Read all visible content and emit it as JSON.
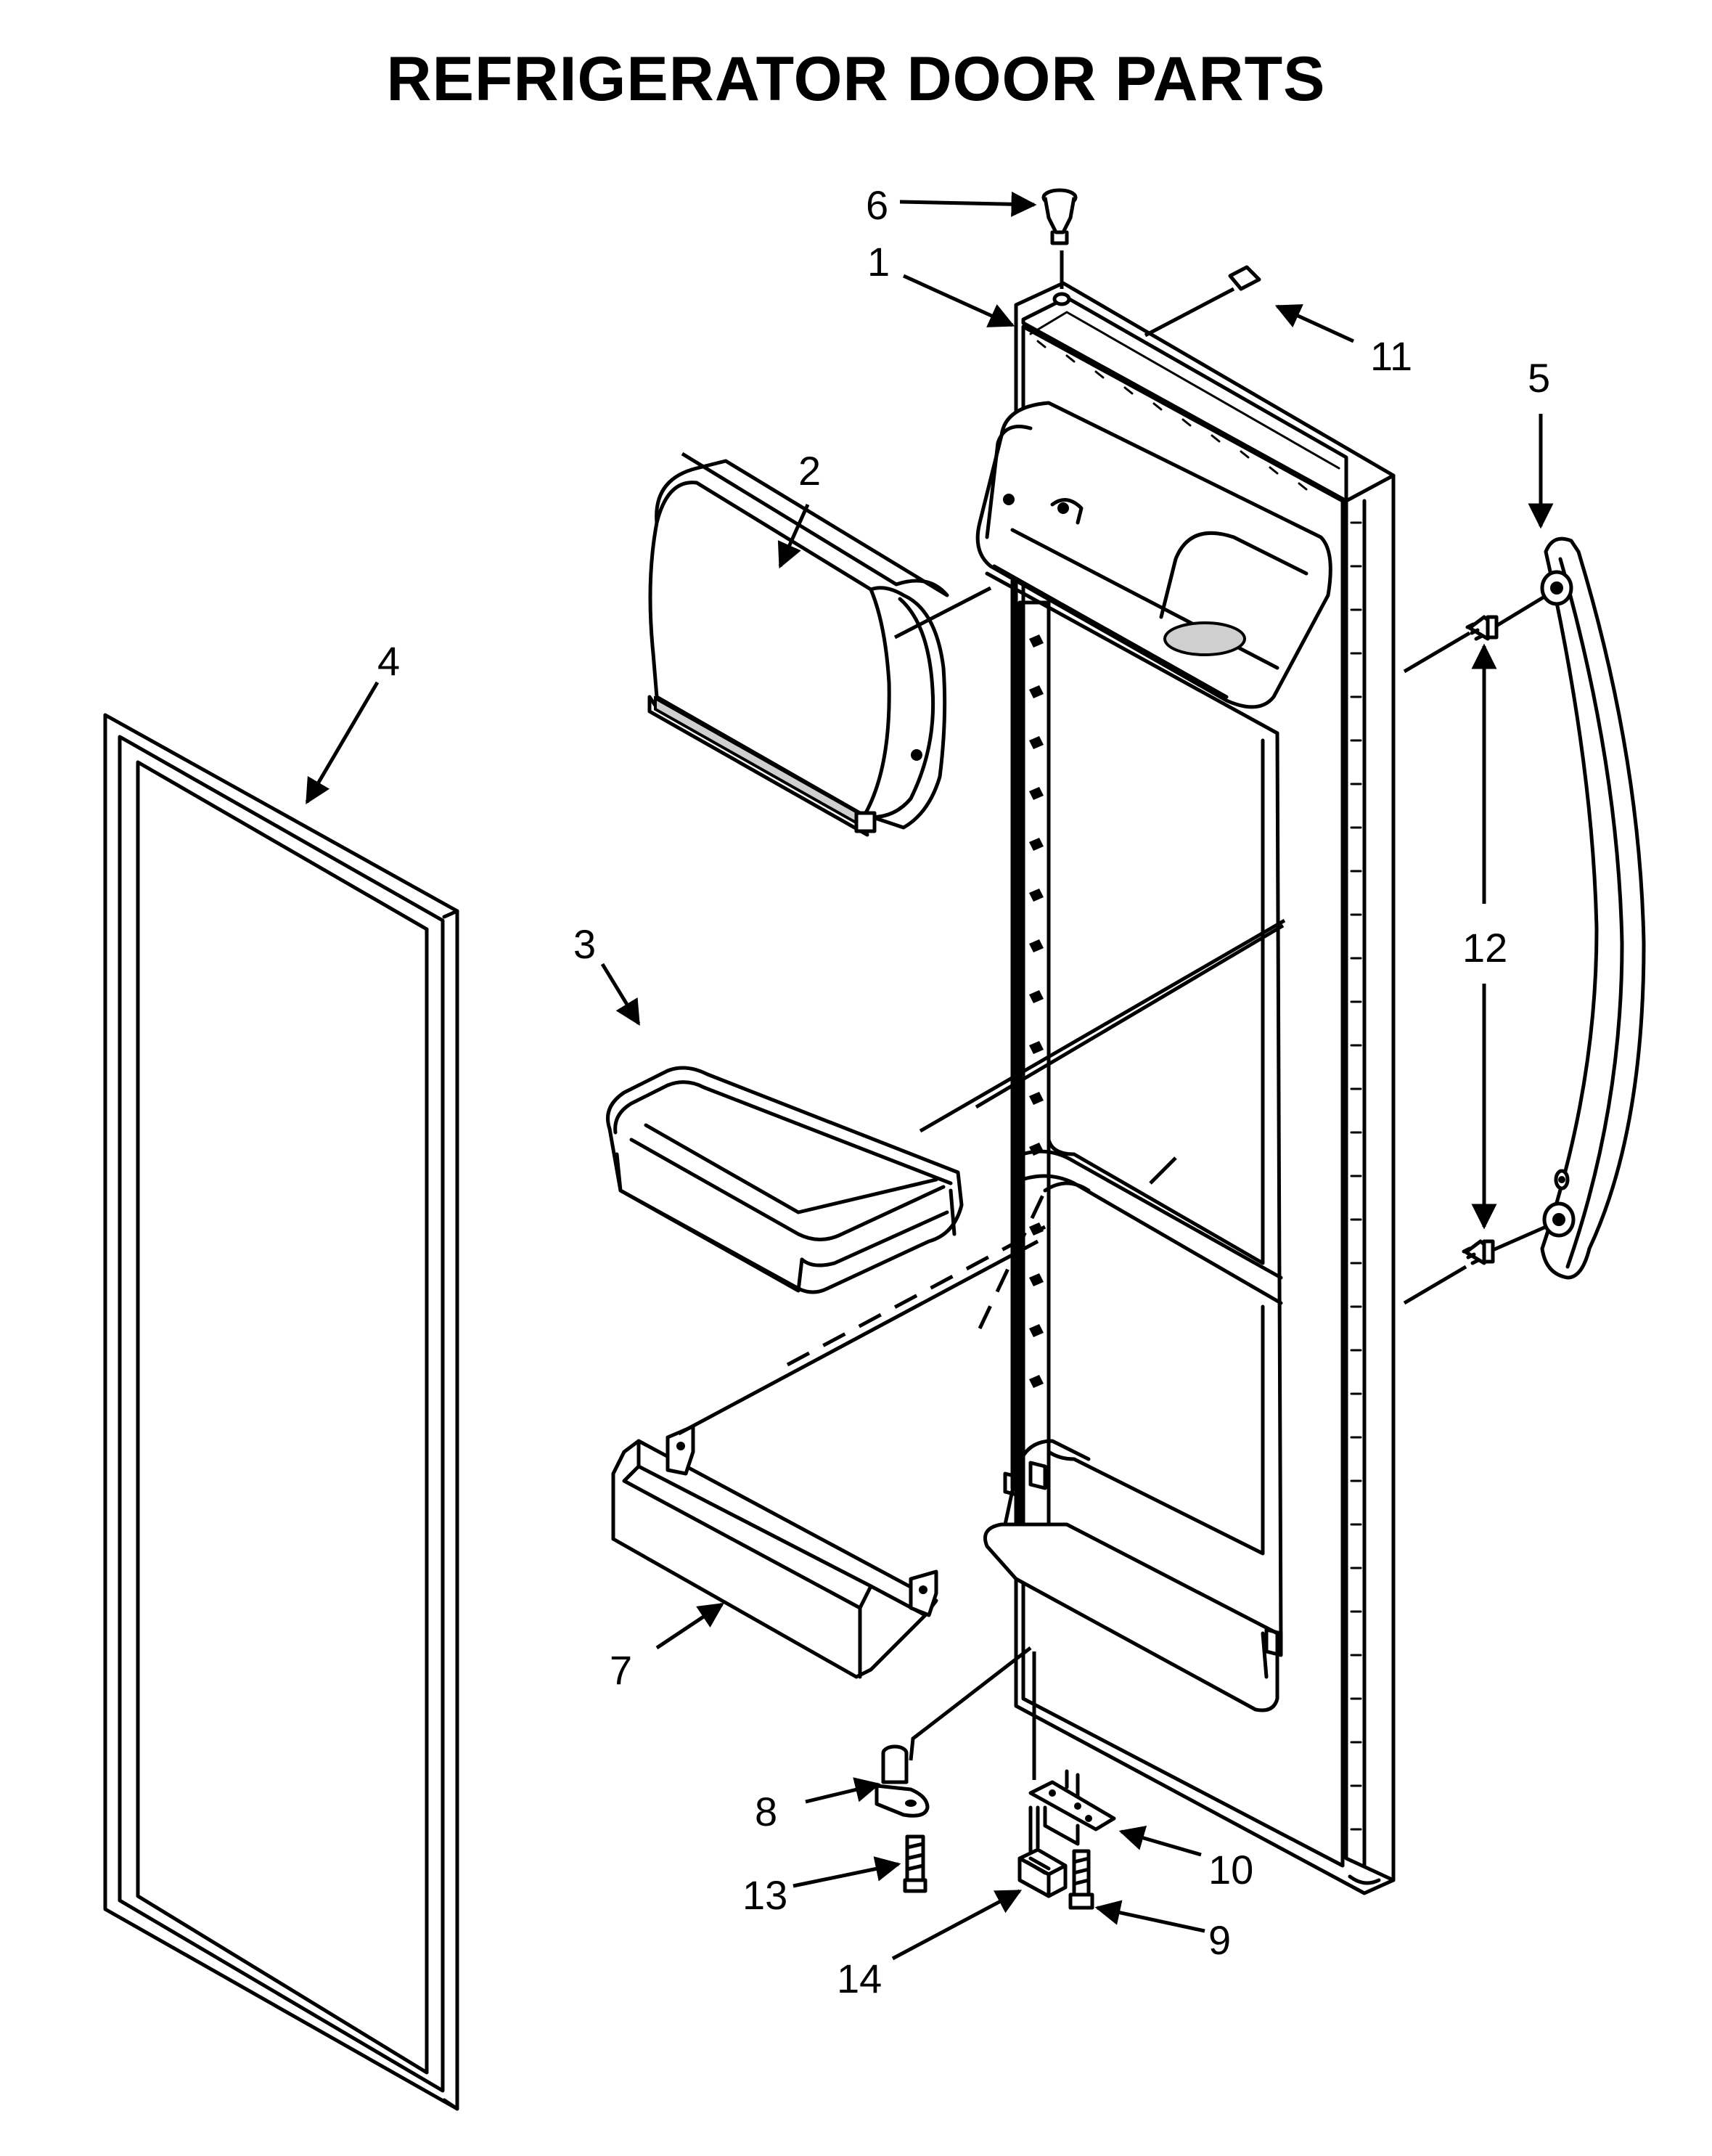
{
  "title": "REFRIGERATOR DOOR PARTS",
  "callouts": [
    {
      "id": "1",
      "text": "1",
      "part": "door"
    },
    {
      "id": "2",
      "text": "2",
      "part": "dairy-door"
    },
    {
      "id": "3",
      "text": "3",
      "part": "door-bin"
    },
    {
      "id": "4",
      "text": "4",
      "part": "door-gasket"
    },
    {
      "id": "5",
      "text": "5",
      "part": "handle"
    },
    {
      "id": "6",
      "text": "6",
      "part": "hinge-bushing"
    },
    {
      "id": "7",
      "text": "7",
      "part": "shelf-bin"
    },
    {
      "id": "8",
      "text": "8",
      "part": "bottom-hinge-pin"
    },
    {
      "id": "9",
      "text": "9",
      "part": "screw"
    },
    {
      "id": "10",
      "text": "10",
      "part": "bracket"
    },
    {
      "id": "11",
      "text": "11",
      "part": "label"
    },
    {
      "id": "12",
      "text": "12",
      "part": "handle-stud"
    },
    {
      "id": "13",
      "text": "13",
      "part": "screw"
    },
    {
      "id": "14",
      "text": "14",
      "part": "door-stop"
    }
  ]
}
